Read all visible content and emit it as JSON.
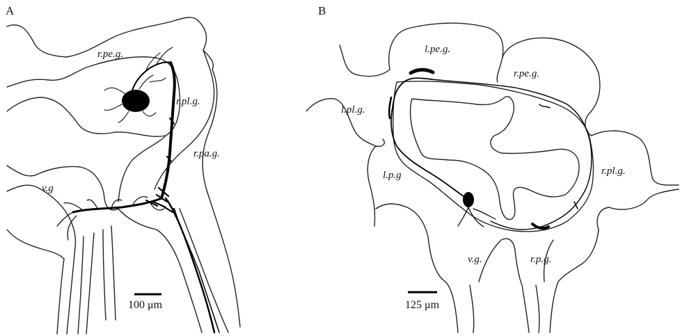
{
  "panel_a": {
    "label": "A",
    "ganglia": {
      "rpeg": "r.pe.g.",
      "rplg": "r.pl.g.",
      "rpag": "r.pa.g.",
      "vg": "v.g"
    },
    "scale_bar": "100 μm"
  },
  "panel_b": {
    "label": "B",
    "ganglia": {
      "lpeg": "l.pe.g.",
      "rpeg": "r.pe.g.",
      "lplg": "l.pl.g.",
      "lpg": "l.p.g",
      "rplg": "r.pl.g.",
      "vg": "v.g.",
      "rpg": "r.p.g."
    },
    "scale_bar": "125 μm"
  }
}
